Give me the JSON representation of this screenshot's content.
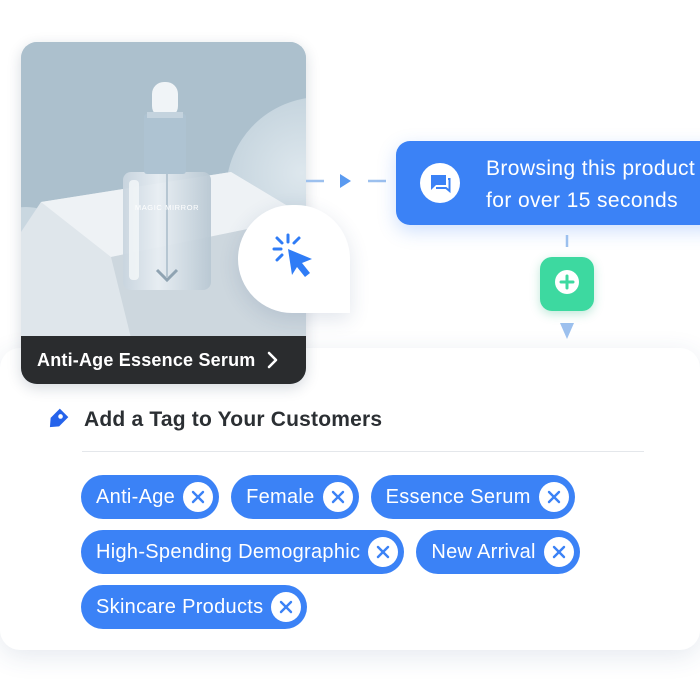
{
  "product": {
    "name": "Anti-Age Essence Serum",
    "bottle_brand": "MAGIC MIRROR"
  },
  "trigger": {
    "line1": "Browsing this product",
    "line2": "for over 15 seconds"
  },
  "tag_panel": {
    "title": "Add a Tag to Your Customers",
    "tags": [
      {
        "label": "Anti-Age"
      },
      {
        "label": "Female"
      },
      {
        "label": "Essence Serum"
      },
      {
        "label": "High-Spending Demographic"
      },
      {
        "label": "New Arrival"
      },
      {
        "label": "Skincare Products"
      }
    ]
  },
  "icons": {
    "tag": "tag-icon",
    "chat": "chat-bubble-icon",
    "cursor": "click-cursor-icon",
    "add": "plus-circle-icon",
    "remove": "close-circle-icon",
    "chevron": "chevron-right-icon"
  },
  "colors": {
    "accent": "#3b82f6",
    "add_button": "#3dd9a0",
    "label_bg": "#2a2c2e",
    "title_text": "#2b2f33"
  }
}
